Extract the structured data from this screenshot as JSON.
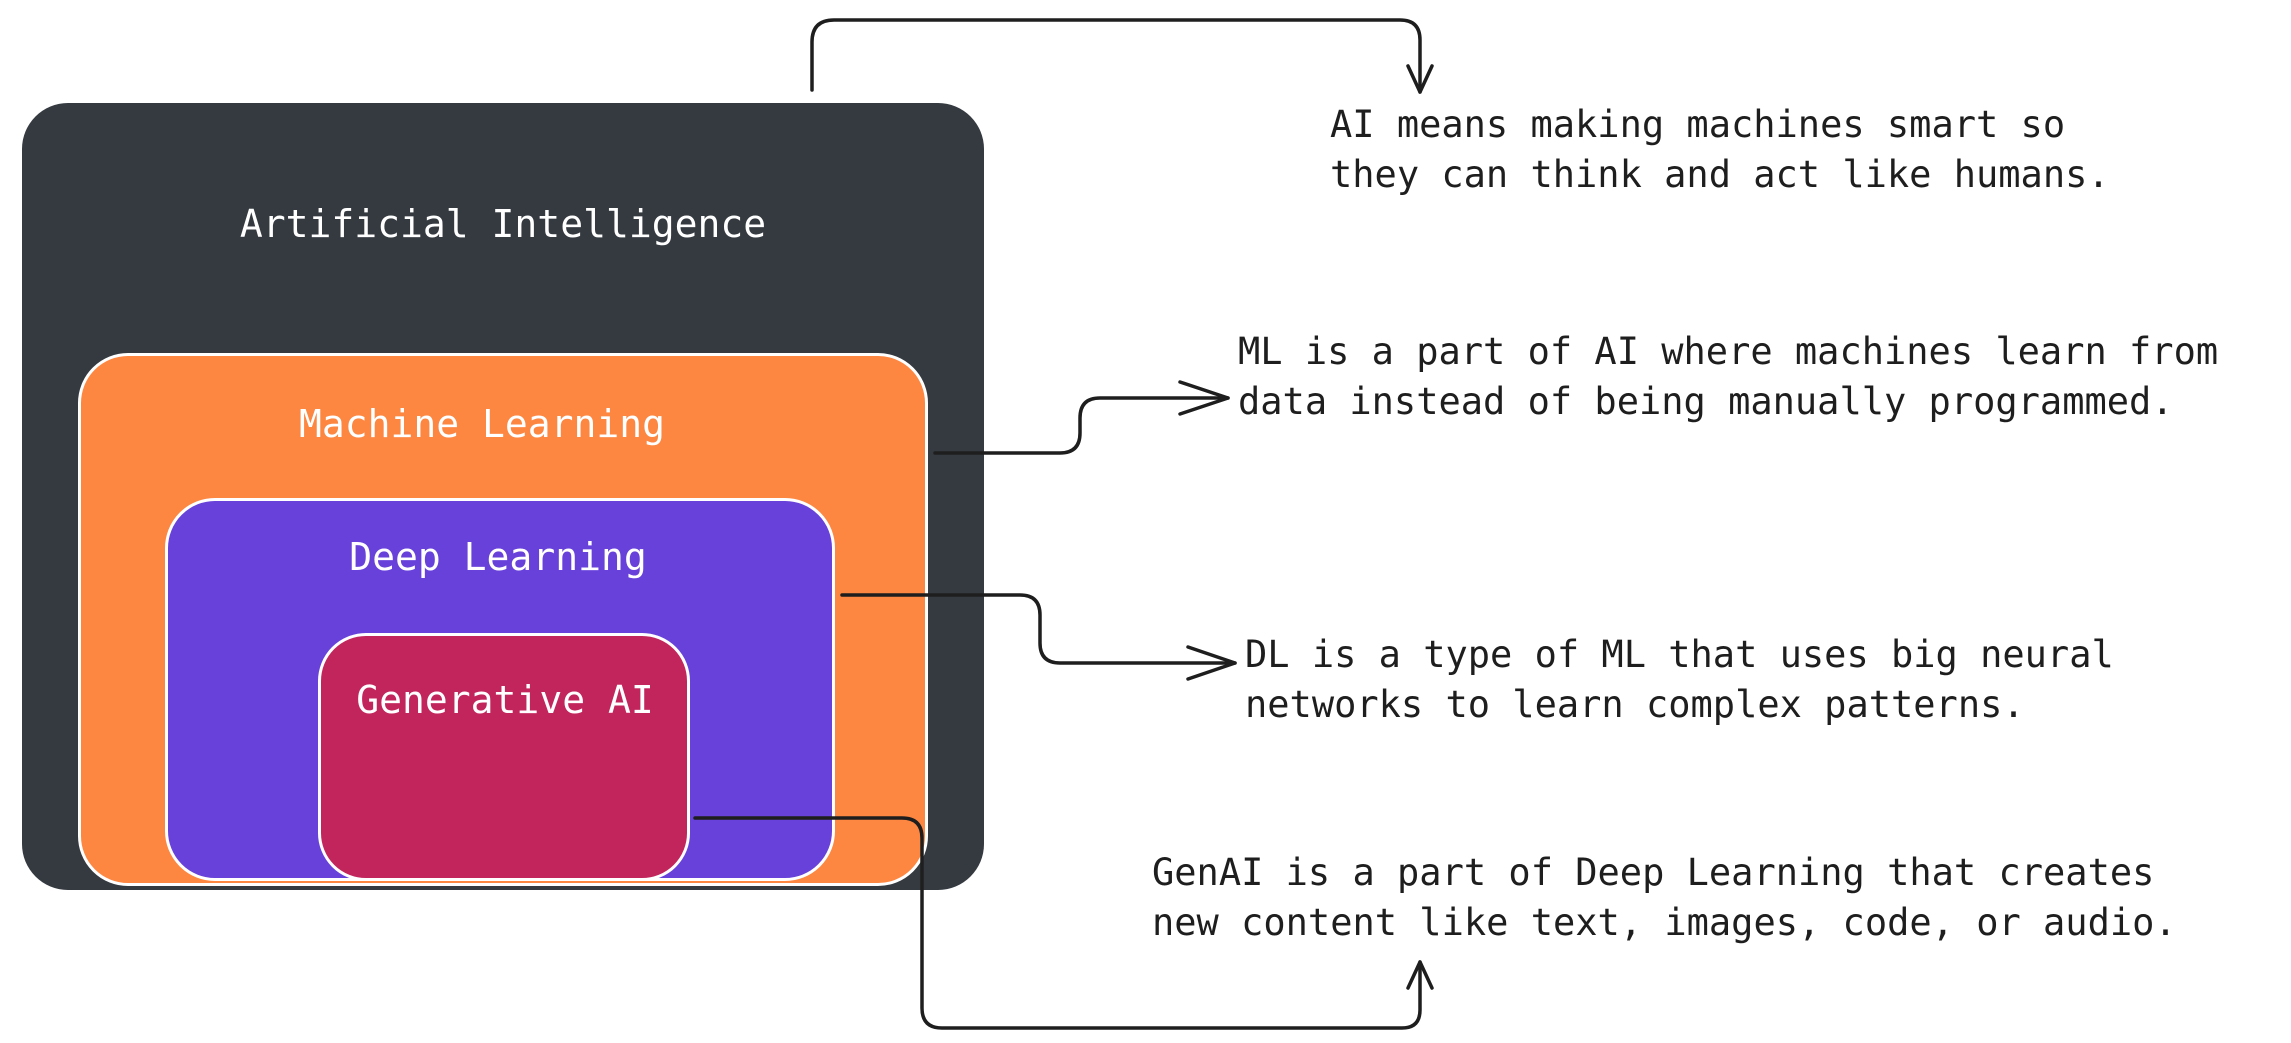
{
  "boxes": {
    "ai": {
      "label": "Artificial Intelligence",
      "color": "#343a40"
    },
    "ml": {
      "label": "Machine Learning",
      "color": "#fd8640"
    },
    "dl": {
      "label": "Deep Learning",
      "color": "#6741d9"
    },
    "gen": {
      "label": "Generative AI",
      "color": "#c2255c"
    }
  },
  "descriptions": {
    "ai": [
      "AI means making machines smart so",
      "they can think and act like humans."
    ],
    "ml": [
      "ML is a part of AI where machines learn from",
      "data instead of being manually programmed."
    ],
    "dl": [
      "DL is a type of ML that uses big neural",
      "networks to learn complex patterns."
    ],
    "gen": [
      "GenAI is a part of Deep Learning that creates",
      "new content like text, images, code, or audio."
    ]
  },
  "colors": {
    "stroke": "#1e1e1e",
    "background": "#ffffff"
  }
}
